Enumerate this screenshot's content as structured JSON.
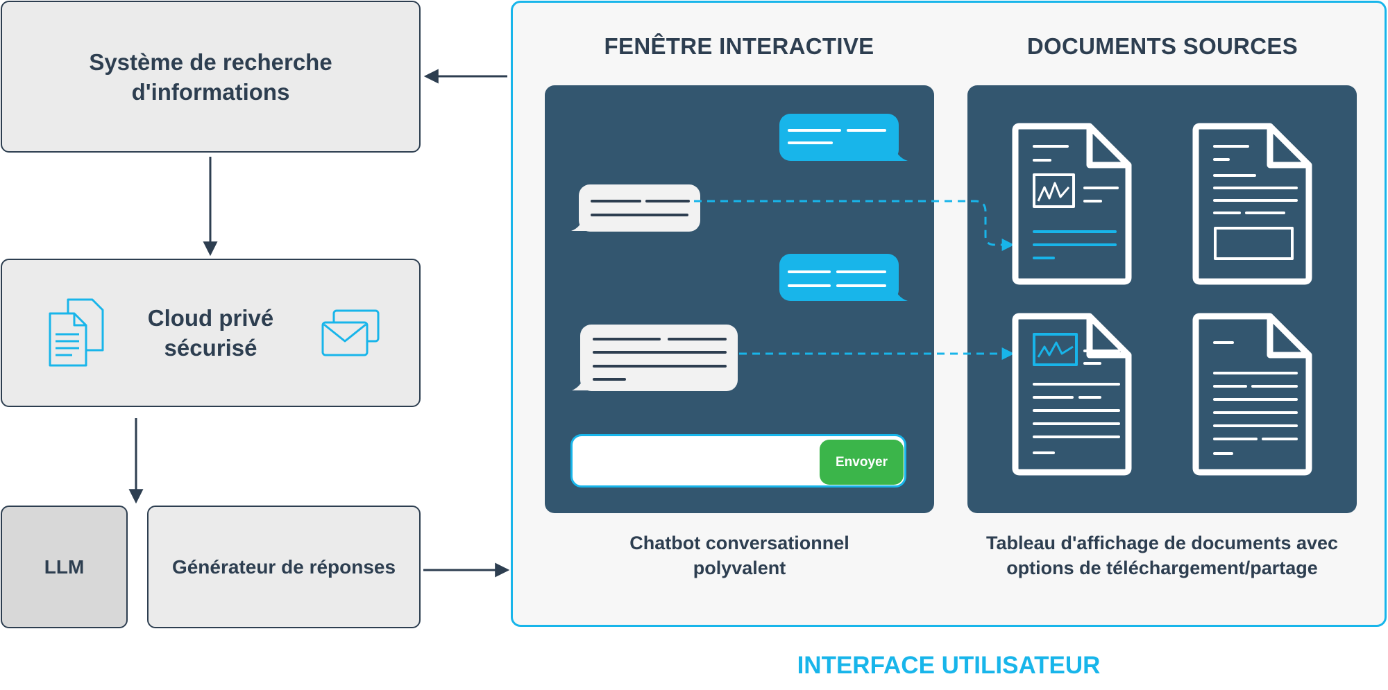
{
  "left_column": {
    "search_box": {
      "label": "Système de recherche\nd'informations"
    },
    "cloud_box": {
      "label": "Cloud privé\nsécurisé",
      "left_icon": "documents-icon",
      "right_icon": "envelopes-icon"
    },
    "llm_box": {
      "label": "LLM"
    },
    "generator_box": {
      "label": "Générateur de réponses"
    }
  },
  "user_interface": {
    "label": "INTERFACE UTILISATEUR",
    "accent_color": "#18b5ea",
    "chat_section": {
      "title": "FENÊTRE INTERACTIVE",
      "caption": "Chatbot conversationnel\npolyvalent",
      "send_button": "Envoyer",
      "input_value": ""
    },
    "docs_section": {
      "title": "DOCUMENTS SOURCES",
      "caption": "Tableau d'affichage de documents avec\noptions de téléchargement/partage"
    }
  },
  "colors": {
    "dark": "#2d3e50",
    "panel": "#33566f",
    "box": "#ebebeb",
    "send": "#3bb54a"
  }
}
